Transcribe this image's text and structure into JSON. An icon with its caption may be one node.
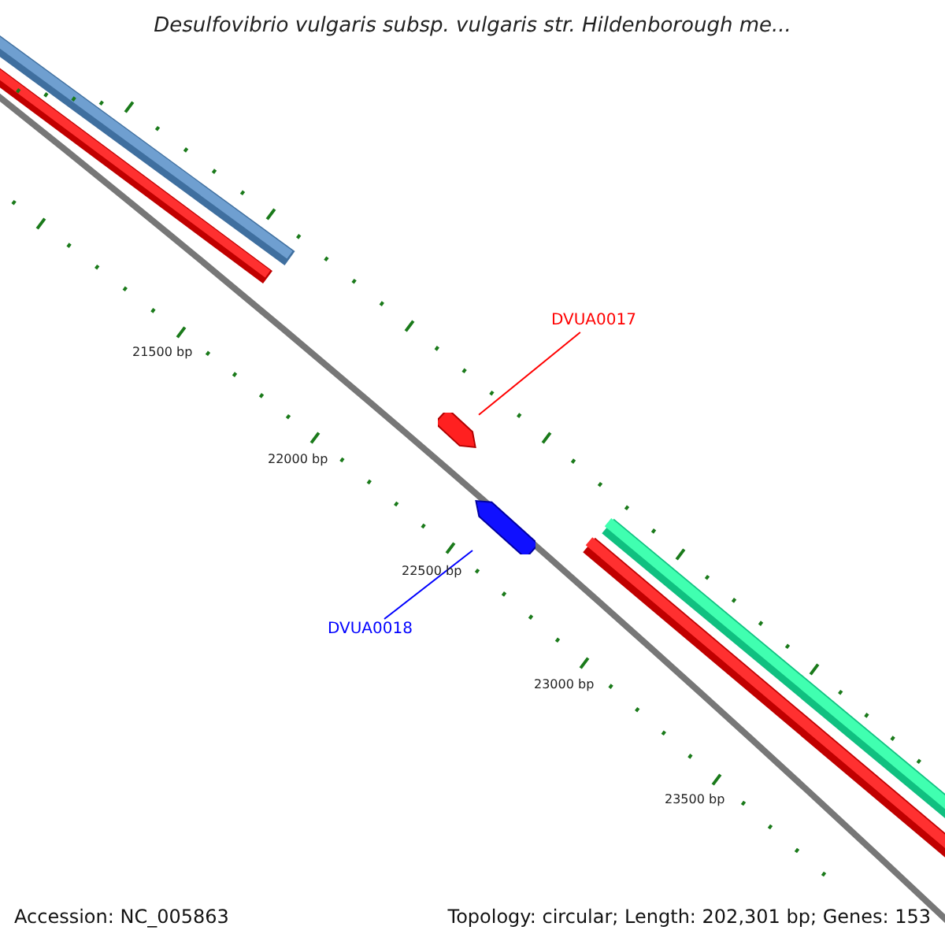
{
  "diagram": {
    "title": "Desulfovibrio vulgaris subsp. vulgaris str. Hildenborough me...",
    "nodes": [
      {
        "text": [
          "DVUA0017"
        ]
      },
      {
        "text": [],
        "shape": "arrow"
      },
      {
        "text": [
          "DVUA0018"
        ]
      },
      {
        "text": [],
        "shape": "arrow"
      }
    ],
    "edges": [
      {
        "from": 0,
        "to": 1,
        "arrow": "none",
        "color": "#ff0000"
      },
      {
        "from": 2,
        "to": 3,
        "arrow": "none",
        "color": "#0000ff"
      }
    ],
    "labels": [
      "21500 bp",
      "22000 bp",
      "22500 bp",
      "23000 bp",
      "23500 bp",
      "Accession: NC_005863",
      "Topology: circular; Length: 202,301 bp; Genes: 153"
    ]
  }
}
